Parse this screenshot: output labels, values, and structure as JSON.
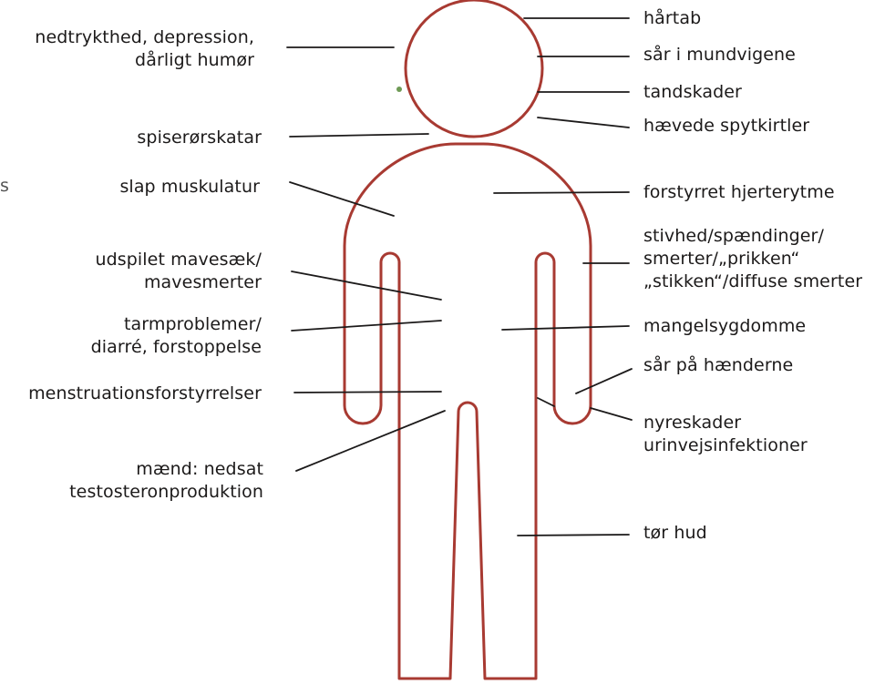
{
  "body_outline_color": "#a83a32",
  "line_color": "#1c1a1a",
  "left_labels": [
    {
      "id": "depression",
      "lines": [
        "nedtrykthed, depression,",
        "dårligt humør"
      ]
    },
    {
      "id": "esophagus",
      "lines": [
        "spiserørskatar"
      ]
    },
    {
      "id": "muscles",
      "lines": [
        "slap muskulatur"
      ]
    },
    {
      "id": "stomach",
      "lines": [
        "udspilet mavesæk/",
        "mavesmerter"
      ]
    },
    {
      "id": "bowel",
      "lines": [
        "tarmproblemer/",
        "diarré, forstoppelse"
      ]
    },
    {
      "id": "menstruation",
      "lines": [
        "menstruationsforstyrrelser"
      ]
    },
    {
      "id": "testosterone",
      "lines": [
        "mænd: nedsat",
        "testosteronproduktion"
      ]
    }
  ],
  "right_labels": [
    {
      "id": "hair",
      "lines": [
        "hårtab"
      ]
    },
    {
      "id": "mouth",
      "lines": [
        "sår i mundvigene"
      ]
    },
    {
      "id": "teeth",
      "lines": [
        "tandskader"
      ]
    },
    {
      "id": "glands",
      "lines": [
        "hævede spytkirtler"
      ]
    },
    {
      "id": "heart",
      "lines": [
        "forstyrret hjerterytme"
      ]
    },
    {
      "id": "pain",
      "lines": [
        "stivhed/spændinger/",
        "smerter/„prikken“",
        "„stikken“/diffuse smerter"
      ]
    },
    {
      "id": "deficiency",
      "lines": [
        "mangelsygdomme"
      ]
    },
    {
      "id": "hands",
      "lines": [
        "sår på hænderne"
      ]
    },
    {
      "id": "kidney",
      "lines": [
        "nyreskader",
        "urinvejsinfektioner"
      ]
    },
    {
      "id": "skin",
      "lines": [
        "tør hud"
      ]
    }
  ],
  "stray_mark": "s"
}
